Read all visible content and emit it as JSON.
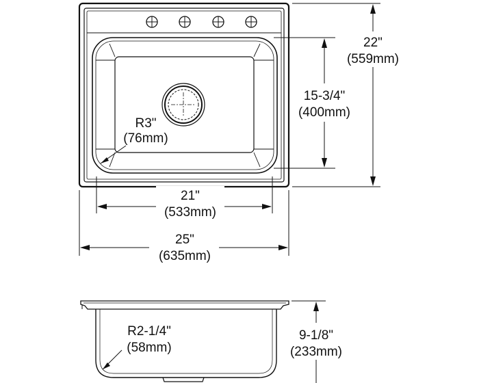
{
  "top_view": {
    "overall_width": {
      "imperial": "25\"",
      "metric": "(635mm)"
    },
    "overall_depth": {
      "imperial": "22\"",
      "metric": "(559mm)"
    },
    "bowl_width": {
      "imperial": "21\"",
      "metric": "(533mm)"
    },
    "bowl_depth": {
      "imperial": "15-3/4\"",
      "metric": "(400mm)"
    },
    "corner_radius": {
      "imperial": "R3\"",
      "metric": "(76mm)"
    },
    "faucet_holes": 4
  },
  "side_view": {
    "depth": {
      "imperial": "9-1/8\"",
      "metric": "(233mm)"
    },
    "bottom_radius": {
      "imperial": "R2-1/4\"",
      "metric": "(58mm)"
    }
  }
}
